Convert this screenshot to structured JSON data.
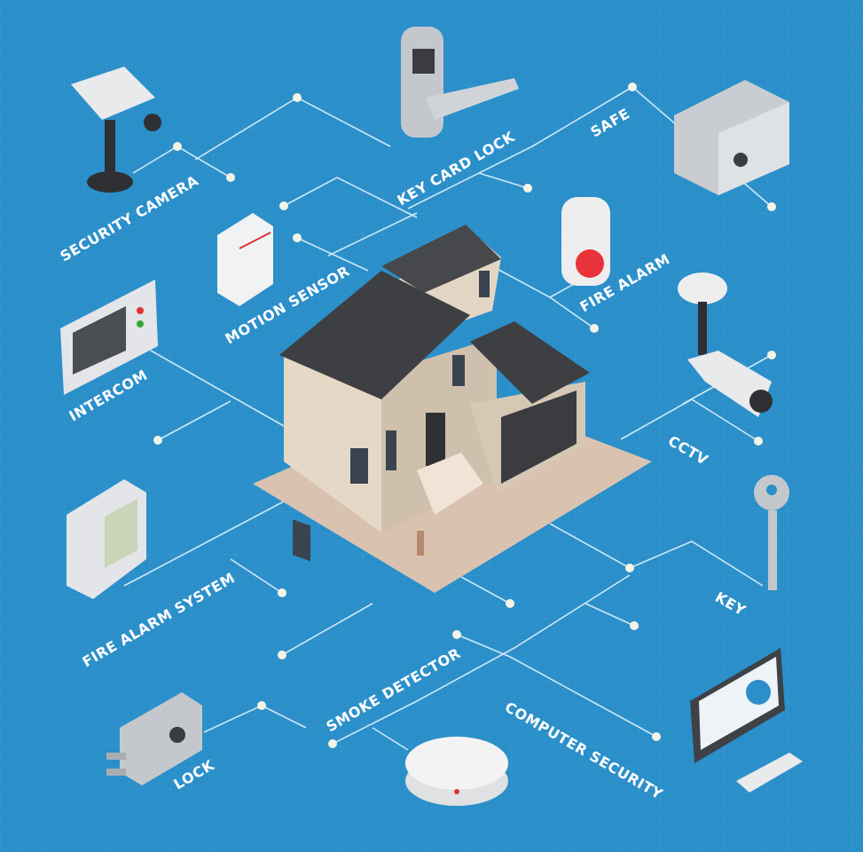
{
  "title": "Home security isometric flowchart",
  "colors": {
    "background": "#2b8fca",
    "roof": "#3d3f42",
    "wall": "#e6d8c6",
    "pad": "#d9c3b0",
    "label": "#ffffff"
  },
  "labels": {
    "security_camera": "SECURITY CAMERA",
    "key_card_lock": "KEY CARD LOCK",
    "safe": "SAFE",
    "motion_sensor": "MOTION SENSOR",
    "fire_alarm": "FIRE ALARM",
    "intercom": "INTERCOM",
    "cctv": "CCTV",
    "fire_alarm_system": "FIRE ALARM SYSTEM",
    "key": "KEY",
    "smoke_detector": "SMOKE DETECTOR",
    "computer_security": "COMPUTER SECURITY",
    "lock": "LOCK"
  }
}
